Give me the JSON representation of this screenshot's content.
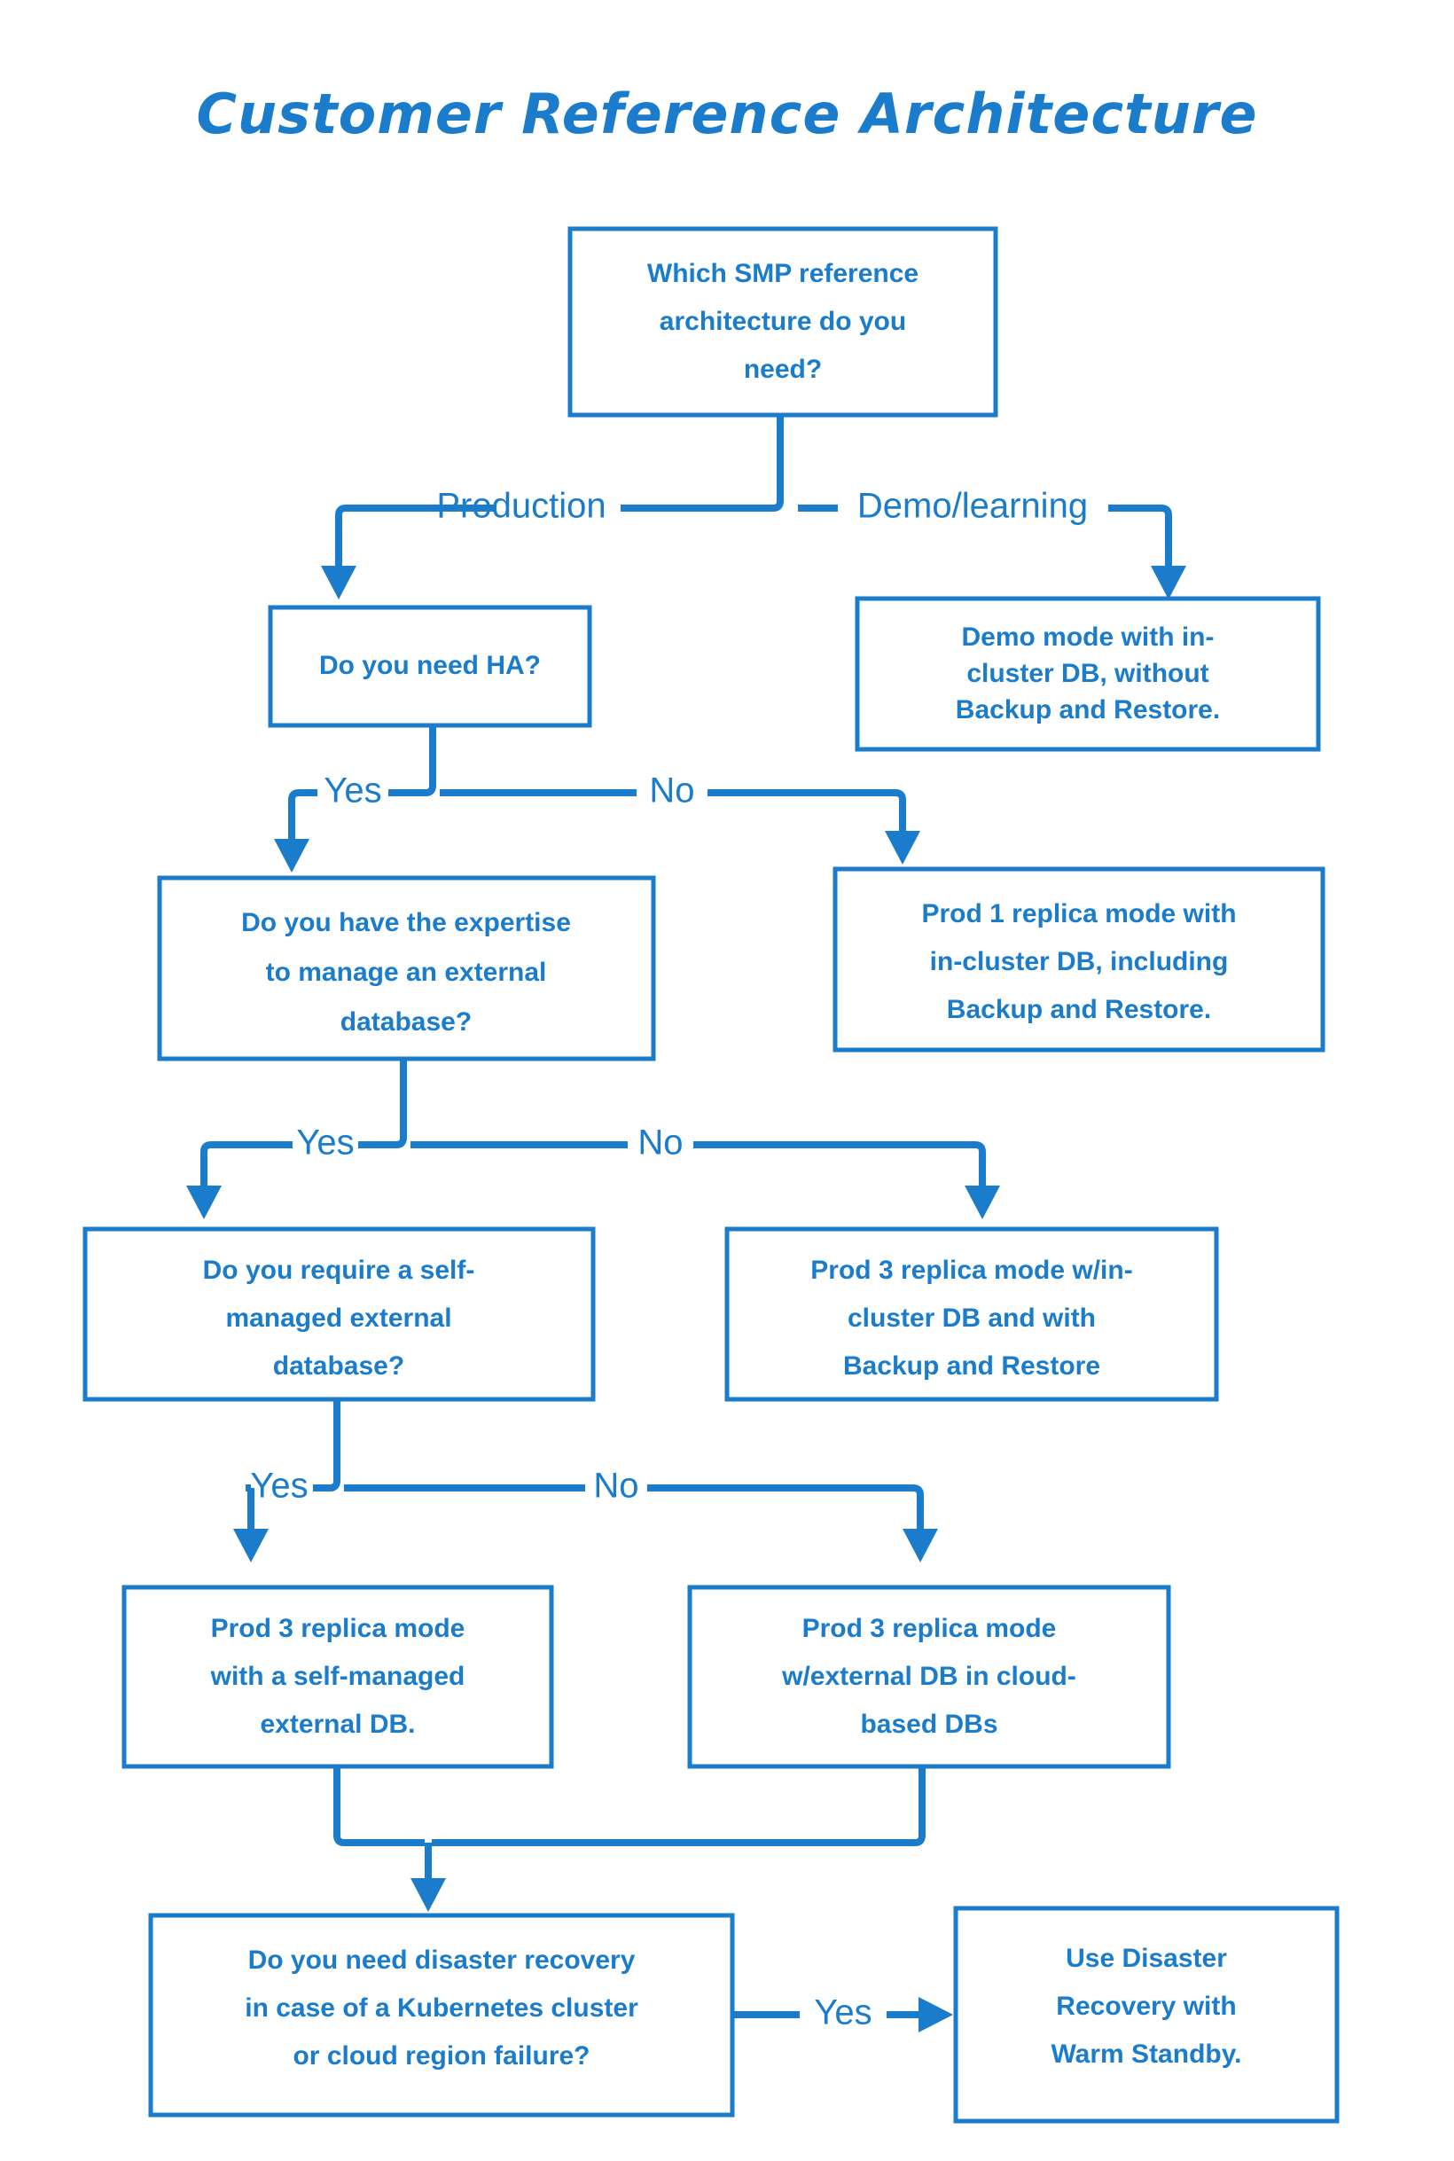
{
  "diagram": {
    "title": "Customer Reference Architecture",
    "accent_color": "#1A7CCB",
    "background_color": "#FFFFFF",
    "type": "decision-flowchart"
  },
  "nodes": {
    "root_question": {
      "id": "q-root",
      "kind": "decision",
      "lines": [
        "Which SMP reference",
        "architecture do you",
        "need?"
      ]
    },
    "ha_question": {
      "id": "q-ha",
      "kind": "decision",
      "lines": [
        "Do you need HA?"
      ]
    },
    "demo_outcome": {
      "id": "o-demo",
      "kind": "outcome",
      "lines": [
        "Demo mode with in-",
        "cluster DB, without",
        "Backup and Restore."
      ]
    },
    "expertise_question": {
      "id": "q-expertise",
      "kind": "decision",
      "lines": [
        "Do you have the expertise",
        "to manage an external",
        "database?"
      ]
    },
    "prod1_outcome": {
      "id": "o-prod1",
      "kind": "outcome",
      "lines": [
        "Prod 1 replica mode with",
        "in-cluster DB, including",
        "Backup and Restore."
      ]
    },
    "selfmanaged_question": {
      "id": "q-selfmanaged",
      "kind": "decision",
      "lines": [
        "Do you require a self-",
        "managed external",
        "database?"
      ]
    },
    "prod3_incluster_outcome": {
      "id": "o-prod3-incluster",
      "kind": "outcome",
      "lines": [
        "Prod 3 replica mode w/in-",
        "cluster DB and with",
        "Backup and Restore"
      ]
    },
    "prod3_selfmanaged_outcome": {
      "id": "o-prod3-selfmanaged",
      "kind": "outcome",
      "lines": [
        "Prod 3 replica mode",
        "with a self-managed",
        "external DB."
      ]
    },
    "prod3_cloud_outcome": {
      "id": "o-prod3-cloud",
      "kind": "outcome",
      "lines": [
        "Prod 3 replica mode",
        "w/external DB in cloud-",
        "based DBs"
      ]
    },
    "dr_question": {
      "id": "q-dr",
      "kind": "decision",
      "lines": [
        "Do you need disaster recovery",
        "in case of a Kubernetes cluster",
        "or cloud region failure?"
      ]
    },
    "dr_outcome": {
      "id": "o-dr",
      "kind": "outcome",
      "lines": [
        "Use Disaster",
        "Recovery with",
        "Warm Standby."
      ]
    }
  },
  "edge_labels": {
    "production": "Production",
    "demo_learning": "Demo/learning",
    "ha_yes": "Yes",
    "ha_no": "No",
    "expertise_yes": "Yes",
    "expertise_no": "No",
    "selfmanaged_yes": "Yes",
    "selfmanaged_no": "No",
    "dr_yes": "Yes"
  },
  "chart_data": {
    "type": "table",
    "title": "Customer Reference Architecture",
    "edges": [
      {
        "from": "Which SMP reference architecture do you need?",
        "label": "Production",
        "to": "Do you need HA?"
      },
      {
        "from": "Which SMP reference architecture do you need?",
        "label": "Demo/learning",
        "to": "Demo mode with in-cluster DB, without Backup and Restore."
      },
      {
        "from": "Do you need HA?",
        "label": "Yes",
        "to": "Do you have the expertise to manage an external database?"
      },
      {
        "from": "Do you need HA?",
        "label": "No",
        "to": "Prod 1 replica mode with in-cluster DB, including Backup and Restore."
      },
      {
        "from": "Do you have the expertise to manage an external database?",
        "label": "Yes",
        "to": "Do you require a self-managed external database?"
      },
      {
        "from": "Do you have the expertise to manage an external database?",
        "label": "No",
        "to": "Prod 3 replica mode w/in-cluster DB and with Backup and Restore"
      },
      {
        "from": "Do you require a self-managed external database?",
        "label": "Yes",
        "to": "Prod 3 replica mode with a self-managed external DB."
      },
      {
        "from": "Do you require a self-managed external database?",
        "label": "No",
        "to": "Prod 3 replica mode w/external DB in cloud-based DBs"
      },
      {
        "from": "Prod 3 replica mode with a self-managed external DB.",
        "label": "",
        "to": "Do you need disaster recovery in case of a Kubernetes cluster or cloud region failure?"
      },
      {
        "from": "Prod 3 replica mode w/external DB in cloud-based DBs",
        "label": "",
        "to": "Do you need disaster recovery in case of a Kubernetes cluster or cloud region failure?"
      },
      {
        "from": "Do you need disaster recovery in case of a Kubernetes cluster or cloud region failure?",
        "label": "Yes",
        "to": "Use Disaster Recovery with Warm Standby."
      }
    ]
  }
}
